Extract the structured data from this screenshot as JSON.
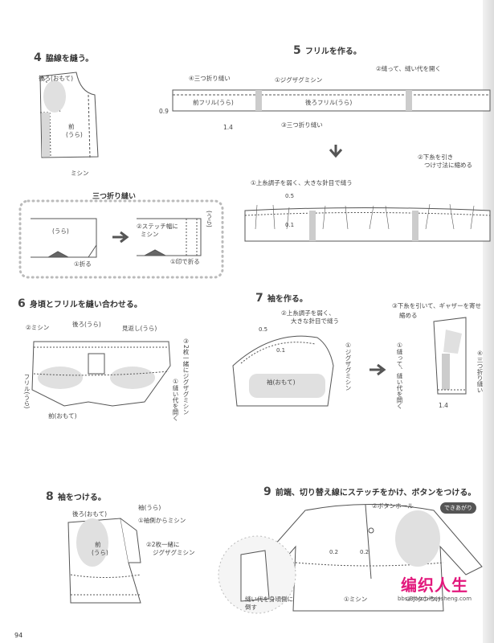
{
  "page_number": "94",
  "steps": [
    {
      "num": "4",
      "title": "脇線を縫う。"
    },
    {
      "num": "5",
      "title": "フリルを作る。"
    },
    {
      "num": "6",
      "title": "身頃とフリルを縫い合わせる。"
    },
    {
      "num": "7",
      "title": "袖を作る。"
    },
    {
      "num": "8",
      "title": "袖をつける。"
    },
    {
      "num": "9",
      "title": "前端、切り替え線にステッチをかけ、ボタンをつける。"
    }
  ],
  "step4": {
    "back": "後ろ(おもて)",
    "front": "前",
    "front_sub": "(うら)",
    "machine": "ミシン"
  },
  "mitsuori": {
    "title": "三つ折り縫い",
    "ura": "(うら)",
    "fold1": "①折る",
    "stitch": "②ステッチ幅に",
    "stitch2": "ミシン",
    "fold2": "①印で折る",
    "ura2": "(うら)"
  },
  "step5": {
    "mitsuori_nui": "④三つ折り縫い",
    "zigzag": "①ジグザグミシン",
    "open_seam": "②縫って、縫い代を開く",
    "front_frill": "前フリル(うら)",
    "back_frill": "後ろフリル(うら)",
    "mitsuori_nui2": "③三つ折り縫い",
    "m09": "0.9",
    "m14": "1.4",
    "pull_thread": "②下糸を引き",
    "pull_thread2": "つけ寸法に縮める",
    "upper_thread": "①上糸調子を弱く、大きな針目で縫う",
    "m05": "0.5",
    "m01": "0.1"
  },
  "step6": {
    "machine": "②ミシン",
    "back": "後ろ(うら)",
    "facing": "見返し(うら)",
    "zigzag_v": "③2枚一緒にジグザグミシン",
    "open_v": "①縫い代を開く",
    "frill_v": "フリル(うら)",
    "front": "前(おもて)"
  },
  "step7": {
    "upper_thread": "②上糸調子を弱く、",
    "upper_thread2": "大きな針目で縫う",
    "m05": "0.5",
    "m01": "0.1",
    "zigzag_v": "①ジグザグミシン",
    "sleeve": "袖(おもて)",
    "gather": "③下糸を引いて、ギャザーを寄せ",
    "gather2": "縮める",
    "sew_open_v": "①縫って、縫い代を開く",
    "mitsuori_v": "④三つ折り縫い",
    "m14": "1.4"
  },
  "step8": {
    "back": "後ろ(おもて)",
    "sleeve": "袖(うら)",
    "sleeve_machine": "①袖側からミシン",
    "front": "前",
    "front_sub": "(うら)",
    "zigzag": "②2枚一緒に",
    "zigzag2": "ジグザグミシン"
  },
  "step9": {
    "buttonhole": "②ボタンホール",
    "done": "できあがり",
    "m02a": "0.2",
    "m02b": "0.2",
    "machine": "①ミシン",
    "button": "③ボタンつけ",
    "seam_note": "縫い代を身頃側に",
    "seam_note2": "倒す"
  },
  "logo": {
    "main": "编织人生",
    "sub": "bbs.BianzhiRensheng.com"
  }
}
